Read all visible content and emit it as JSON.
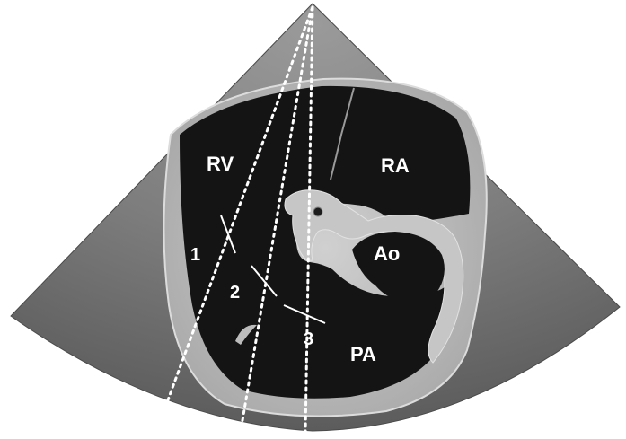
{
  "image": {
    "colors": {
      "background": "#ffffff",
      "sector_outer": "#6e6e6e",
      "sector_inner": "#8a8a8a",
      "wall": "#b9b9b9",
      "cavity": "#141414",
      "septum": "#c6c6c6",
      "label": "#ffffff",
      "scanline": "#ffffff"
    },
    "labels": {
      "rv": "RV",
      "ra": "RA",
      "ao": "Ao",
      "pa": "PA",
      "line_1": "1",
      "line_2": "2",
      "line_3": "3"
    }
  }
}
